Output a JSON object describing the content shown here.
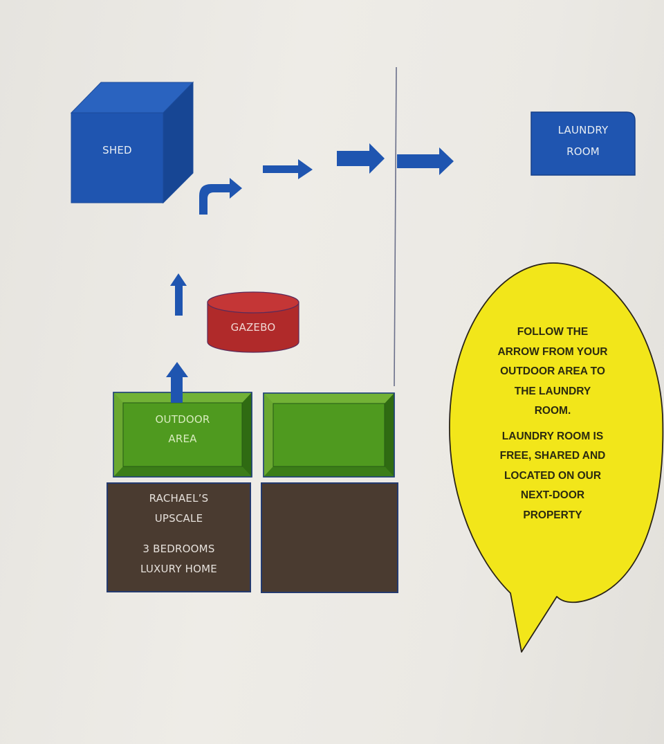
{
  "diagram": {
    "title": "Property map: route from outdoor area to laundry room",
    "colors": {
      "paper": "#ebe9e4",
      "blue": "#1f55b0",
      "blue_dark": "#174694",
      "blue_top": "#2a63bf",
      "green": "#4f9a1f",
      "green_dark": "#2f6b12",
      "green_light": "#72b236",
      "red": "#b02a2a",
      "red_top": "#c43636",
      "brown": "#4a3b30",
      "yellow": "#f2e61a",
      "outline": "#1e3f7a",
      "divider": "#6a6f8a"
    },
    "shapes": {
      "shed": {
        "label": "SHED",
        "shape": "cube",
        "icon": "cube-icon"
      },
      "laundry_room": {
        "label_lines": [
          "LAUNDRY",
          "ROOM"
        ],
        "shape": "rounded-rectangle"
      },
      "gazebo": {
        "label": "GAZEBO",
        "shape": "cylinder"
      },
      "outdoor_area": {
        "label_lines": [
          "OUTDOOR",
          "AREA"
        ],
        "shape": "bevel"
      },
      "neighbor_outdoor_area": {
        "label_lines": [],
        "shape": "bevel"
      },
      "home": {
        "label_lines": [
          "RACHAEL’S",
          "UPSCALE",
          "3 BEDROOMS",
          "LUXURY HOME"
        ],
        "shape": "rectangle"
      },
      "neighbor_home": {
        "label_lines": [],
        "shape": "rectangle"
      }
    },
    "route_arrows": [
      {
        "name": "arrow-up-from-outdoor-area",
        "direction": "up",
        "icon": "arrow-up-icon"
      },
      {
        "name": "arrow-up-past-gazebo",
        "direction": "up",
        "icon": "arrow-up-icon"
      },
      {
        "name": "bent-arrow-turn-right",
        "direction": "up-then-right",
        "icon": "bent-arrow-icon"
      },
      {
        "name": "arrow-right-1",
        "direction": "right",
        "icon": "arrow-right-icon"
      },
      {
        "name": "arrow-right-2",
        "direction": "right",
        "icon": "arrow-right-icon"
      },
      {
        "name": "arrow-right-3",
        "direction": "right",
        "icon": "arrow-right-icon"
      }
    ],
    "property_line": {
      "meaning": "boundary between properties"
    },
    "callout": {
      "shape": "speech-bubble",
      "paragraphs": [
        [
          "FOLLOW THE",
          "ARROW FROM YOUR",
          "OUTDOOR AREA TO",
          "THE LAUNDRY",
          "ROOM."
        ],
        [
          "LAUNDRY ROOM IS",
          "FREE, SHARED AND",
          "LOCATED ON OUR",
          "NEXT-DOOR",
          "PROPERTY"
        ]
      ]
    }
  }
}
